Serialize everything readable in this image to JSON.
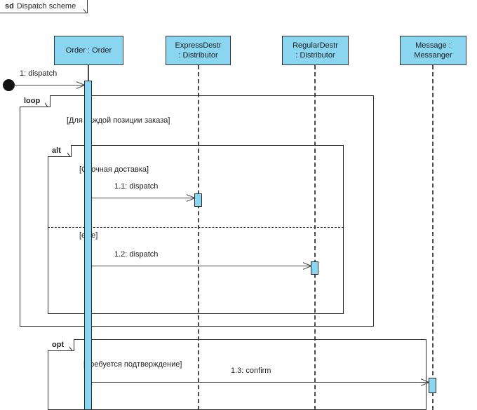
{
  "diagram": {
    "kind_keyword": "sd",
    "title": "Dispatch scheme",
    "type": "uml-sequence-diagram"
  },
  "lifelines": [
    {
      "id": "order",
      "name": "Order : Order",
      "line1": "Order : Order",
      "line2": "",
      "box_color": "#8ad5f0",
      "line_style": "solid"
    },
    {
      "id": "express",
      "name": "ExpressDestr : Distributor",
      "line1": "ExpressDestr",
      "line2": ": Distributor",
      "box_color": "#8ad5f0",
      "line_style": "dashed"
    },
    {
      "id": "regular",
      "name": "RegularDestr : Distributor",
      "line1": "RegularDestr",
      "line2": ": Distributor",
      "box_color": "#8ad5f0",
      "line_style": "dashed"
    },
    {
      "id": "messenger",
      "name": "Message : Messanger",
      "line1": "Message :",
      "line2": "Messanger",
      "box_color": "#8ad5f0",
      "line_style": "dashed"
    }
  ],
  "messages": [
    {
      "id": "m1",
      "label": "1: dispatch",
      "from": "found",
      "to": "order"
    },
    {
      "id": "m11",
      "label": "1.1: dispatch",
      "from": "order",
      "to": "express"
    },
    {
      "id": "m12",
      "label": "1.2: dispatch",
      "from": "order",
      "to": "regular"
    },
    {
      "id": "m13",
      "label": "1.3: confirm",
      "from": "order",
      "to": "messenger"
    }
  ],
  "fragments": [
    {
      "id": "loop",
      "operator": "loop",
      "guard": "[Для каждой позиции заказа]"
    },
    {
      "id": "alt",
      "operator": "alt",
      "guard": "[Срочная доставка]",
      "else_guard": "[else]"
    },
    {
      "id": "opt",
      "operator": "opt",
      "guard": "[Требуется подтверждение]"
    }
  ],
  "colors": {
    "lifeline_fill": "#8ad5f0",
    "stroke": "#2b2b2b",
    "line": "#4a4a4a",
    "background": "#ffffff"
  }
}
